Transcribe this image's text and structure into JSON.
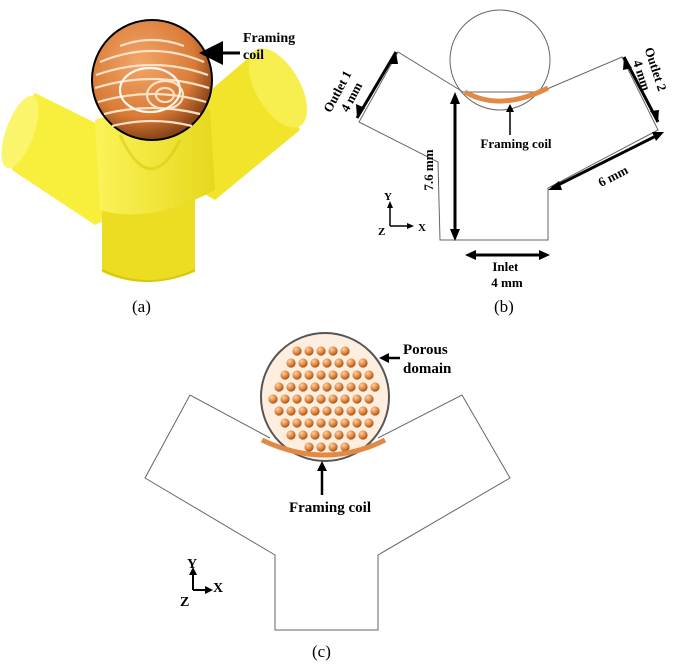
{
  "panels": {
    "a": {
      "caption": "(a)",
      "annotation": "Framing\ncoil",
      "annotation_lines": [
        "Framing",
        "coil"
      ],
      "colors": {
        "vessel": "#f5ec2e",
        "vessel_shade": "#d9cc10",
        "coil": "#e08a45",
        "coil_dark": "#b8612a"
      }
    },
    "b": {
      "caption": "(b)",
      "outlet1": [
        "Outlet 1",
        "4 mm"
      ],
      "outlet2": [
        "Outlet 2",
        "4 mm"
      ],
      "height": "7.6 mm",
      "length": "6 mm",
      "framing_coil": "Framing coil",
      "inlet": [
        "Inlet",
        "4 mm"
      ],
      "axes": {
        "y": "Y",
        "x": "X",
        "z": "Z"
      }
    },
    "c": {
      "caption": "(c)",
      "porous": [
        "Porous",
        "domain"
      ],
      "framing_coil": "Framing coil",
      "axes": {
        "y": "Y",
        "x": "X",
        "z": "Z"
      }
    }
  },
  "colors": {
    "coil": "#e08a45",
    "outline": "#555555",
    "vessel": "#f5ec2e"
  }
}
